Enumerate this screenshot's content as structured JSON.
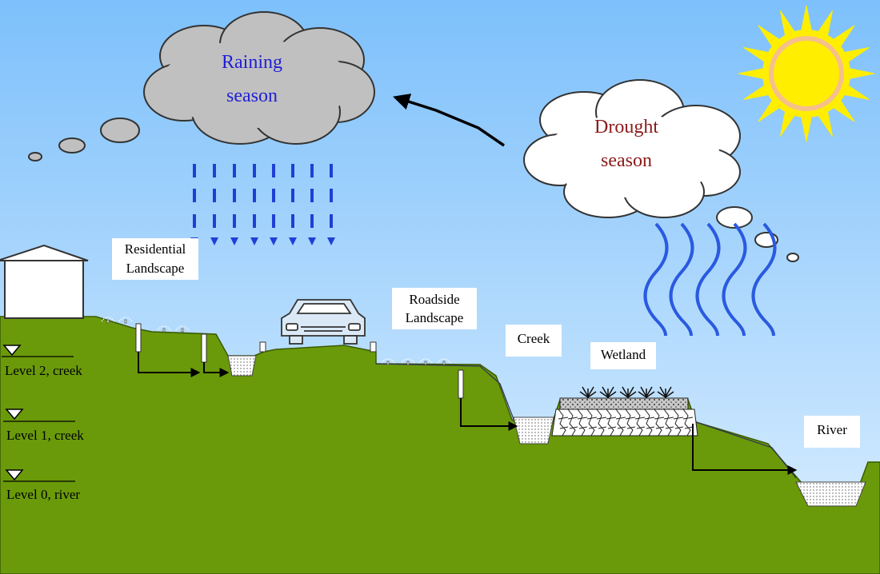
{
  "clouds": {
    "raining": {
      "line1": "Raining",
      "line2": "season",
      "fill": "#c0c0c0",
      "text_color": "#1f1fd6"
    },
    "drought": {
      "line1": "Drought",
      "line2": "season",
      "fill": "#ffffff",
      "text_color": "#8b1a1a"
    }
  },
  "labels": {
    "residential": {
      "line1": "Residential",
      "line2": "Landscape"
    },
    "roadside": {
      "line1": "Roadside",
      "line2": "Landscape"
    },
    "creek": "Creek",
    "wetland": "Wetland",
    "river": "River"
  },
  "levels": [
    {
      "text": "Level 2, creek"
    },
    {
      "text": "Level 1, creek"
    },
    {
      "text": "Level 0, river"
    }
  ],
  "colors": {
    "sky_top": "#7dc0fb",
    "sky_bottom": "#dcefff",
    "ground": "#6a9a0a",
    "rain": "#1f3fd6",
    "evaporation": "#2a5ae0",
    "sun": "#ffee00",
    "sun_rays": "#ffee00",
    "sun_ring": "#f5c08a"
  },
  "icons": [
    "sun-icon",
    "house-icon",
    "car-icon",
    "arrow-icon",
    "sprinkler-icon",
    "plant-icon"
  ]
}
